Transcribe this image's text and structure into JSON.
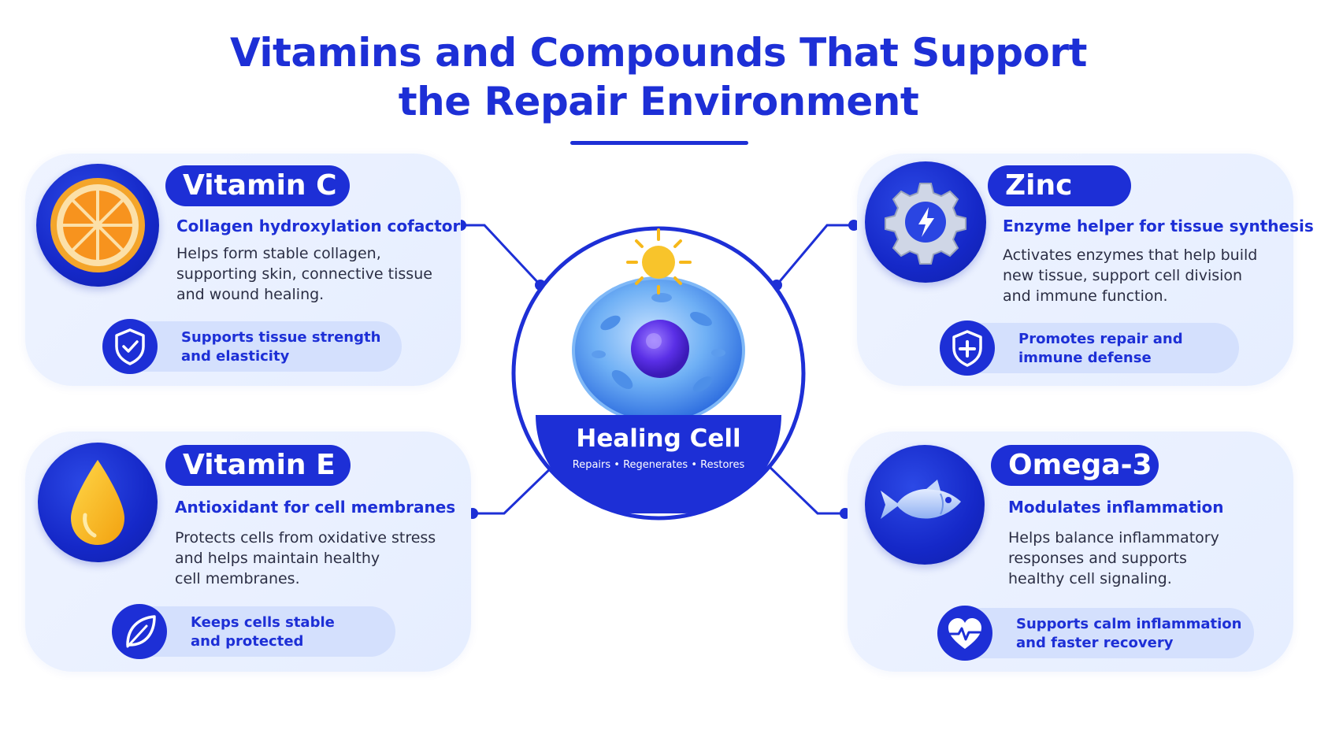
{
  "title": {
    "line1": "Vitamins and Compounds That Support",
    "line2": "the Repair Environment"
  },
  "center": {
    "title": "Healing Cell",
    "subtitle": "Repairs  •  Regenerates  •  Restores"
  },
  "cards": [
    {
      "name": "Vitamin C",
      "subtitle": "Collagen hydroxylation cofactor",
      "desc": [
        "Helps form stable collagen,",
        "supporting skin, connective tissue",
        "and wound healing."
      ],
      "benefit": [
        "Supports tissue strength",
        "and elasticity"
      ],
      "icon": "orange-slice-icon",
      "benefit_icon": "shield-check-icon"
    },
    {
      "name": "Zinc",
      "subtitle": "Enzyme helper for tissue synthesis",
      "desc": [
        "Activates enzymes that help build",
        "new tissue, support cell division",
        "and immune function."
      ],
      "benefit": [
        "Promotes repair and",
        "immune defense"
      ],
      "icon": "gear-lightning-icon",
      "benefit_icon": "shield-plus-icon"
    },
    {
      "name": "Vitamin E",
      "subtitle": "Antioxidant for cell membranes",
      "desc": [
        "Protects cells from oxidative stress",
        "and helps maintain healthy",
        "cell membranes."
      ],
      "benefit": [
        "Keeps cells stable",
        "and protected"
      ],
      "icon": "oil-drop-icon",
      "benefit_icon": "leaf-icon"
    },
    {
      "name": "Omega-3",
      "subtitle": "Modulates inflammation",
      "desc": [
        "Helps balance inflammatory",
        "responses and supports",
        "healthy cell signaling."
      ],
      "benefit": [
        "Supports calm inflammation",
        "and faster recovery"
      ],
      "icon": "fish-icon",
      "benefit_icon": "heart-pulse-icon"
    }
  ],
  "colors": {
    "primary": "#1d2fd6",
    "card_bg": "#eaf0ff",
    "benefit_bg": "#d4e0fd"
  }
}
